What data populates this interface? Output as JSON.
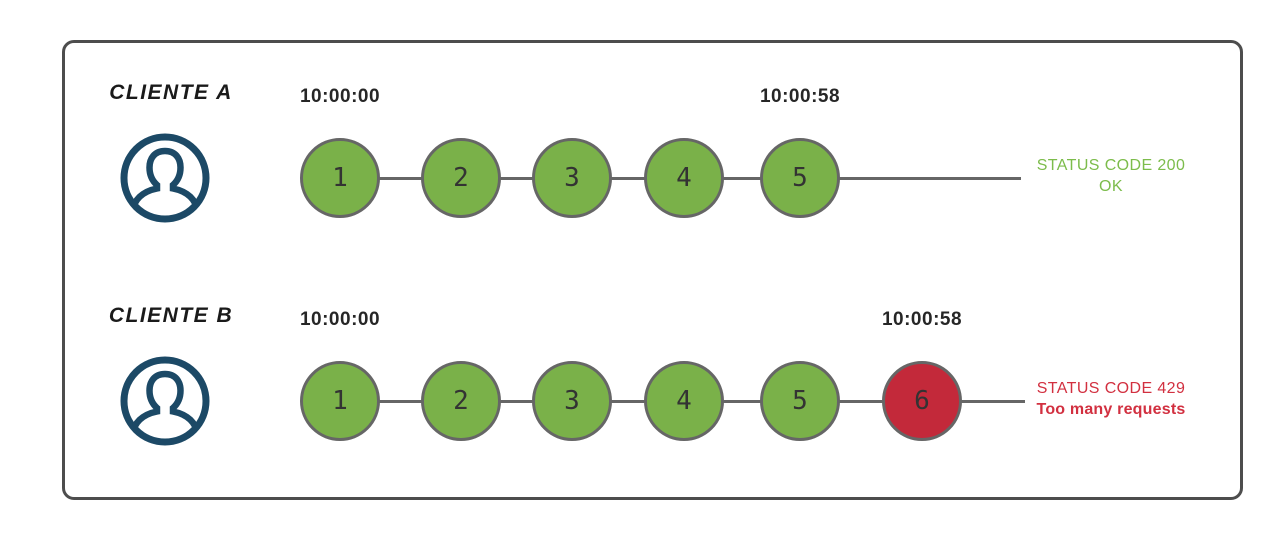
{
  "rows": [
    {
      "client_label": "CLIENTE A",
      "start_time": "10:00:00",
      "end_time": "10:00:58",
      "requests": [
        {
          "label": "1",
          "state": "ok"
        },
        {
          "label": "2",
          "state": "ok"
        },
        {
          "label": "3",
          "state": "ok"
        },
        {
          "label": "4",
          "state": "ok"
        },
        {
          "label": "5",
          "state": "ok"
        }
      ],
      "status": {
        "line1": "STATUS CODE 200",
        "line2": "OK",
        "tone": "success",
        "line2_bold": false
      }
    },
    {
      "client_label": "CLIENTE B",
      "start_time": "10:00:00",
      "end_time": "10:00:58",
      "requests": [
        {
          "label": "1",
          "state": "ok"
        },
        {
          "label": "2",
          "state": "ok"
        },
        {
          "label": "3",
          "state": "ok"
        },
        {
          "label": "4",
          "state": "ok"
        },
        {
          "label": "5",
          "state": "ok"
        },
        {
          "label": "6",
          "state": "limited"
        }
      ],
      "status": {
        "line1": "STATUS CODE 429",
        "line2": "Too many requests",
        "tone": "error",
        "line2_bold": true
      }
    }
  ],
  "colors": {
    "ok_fill": "#7ab149",
    "limited_fill": "#c3293a",
    "circle_border": "#666666",
    "line": "#666666",
    "frame_border": "#4d4d4d",
    "avatar_navy": "#1c4966",
    "success_text": "#7cbc4b",
    "error_text": "#d23040",
    "timestamp_text": "#262626",
    "number_text": "#333333"
  }
}
